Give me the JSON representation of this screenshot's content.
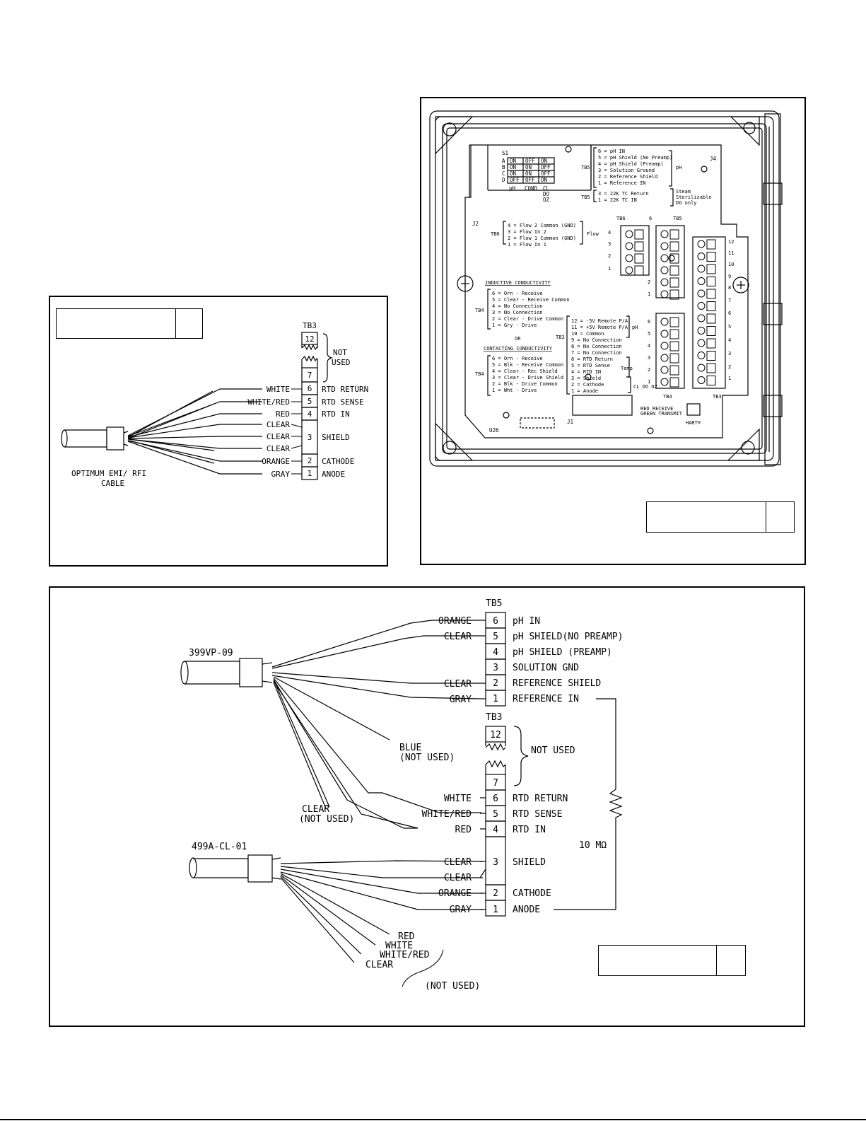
{
  "fig_a": {
    "cable_label": [
      "OPTIMUM EMI/ RFI",
      "CABLE"
    ],
    "tb_label": "TB3",
    "top_terms": [
      "12",
      "7"
    ],
    "not_used": [
      "NOT",
      "USED"
    ],
    "rows": [
      {
        "wire": "WHITE",
        "term": "6",
        "func": "RTD RETURN"
      },
      {
        "wire": "WHITE/RED",
        "term": "5",
        "func": "RTD SENSE"
      },
      {
        "wire": "RED",
        "term": "4",
        "func": "RTD IN"
      },
      {
        "wire": "CLEAR",
        "term": "",
        "func": ""
      },
      {
        "wire": "CLEAR",
        "term": "3",
        "func": "SHIELD"
      },
      {
        "wire": "CLEAR",
        "term": "",
        "func": ""
      },
      {
        "wire": "ORANGE",
        "term": "2",
        "func": "CATHODE"
      },
      {
        "wire": "GRAY",
        "term": "1",
        "func": "ANODE"
      }
    ]
  },
  "board": {
    "s1_label": "S1",
    "s1_rows": [
      {
        "k": "A",
        "c": [
          "ON",
          "OFF",
          "ON"
        ]
      },
      {
        "k": "B",
        "c": [
          "ON",
          "ON",
          "OFF"
        ]
      },
      {
        "k": "C",
        "c": [
          "ON",
          "ON",
          "OFF"
        ]
      },
      {
        "k": "D",
        "c": [
          "OFF",
          "OFF",
          "ON"
        ]
      }
    ],
    "s1_cols": [
      "pH",
      "COND",
      "CL",
      "DO",
      "OZ"
    ],
    "j4": "J4",
    "j2": "J2",
    "j1": "J1",
    "u26": "U26",
    "tb5_tag": "TB5",
    "tb5_lines": [
      "6 = pH IN",
      "5 = pH Shield (No Preamp)",
      "4 = pH Shield (Preamp)",
      "3 = Solution Ground",
      "2 = Reference Shield",
      "1 = Reference IN"
    ],
    "ph_tag": "pH",
    "tb5b_lines": [
      "3 = 22K TC Return",
      "1 = 22K TC IN"
    ],
    "steam_lines": [
      "Steam",
      "Sterilizable",
      "DO only"
    ],
    "tb6_tag": "TB6",
    "tb6_lines": [
      "4 = Flow 2 Common (GND)",
      "3 = Flow In 2",
      "2 = Flow 1 Common (GND)",
      "1 = Flow In 1"
    ],
    "flow_tag": "Flow",
    "ind_title": "INDUCTIVE CONDUCTIVITY",
    "tb4_tag": "TB4",
    "ind_lines": [
      "6 = Orn - Receive",
      "5 = Clear - Receive Common",
      "4 = No Connection",
      "3 = No Connection",
      "2 = Clear - Drive Common",
      "1 = Gry - Drive"
    ],
    "or_text": "OR",
    "con_title": "CONTACTING CONDUCTIVITY",
    "con_lines": [
      "6 = Orn - Receive",
      "5 = Blk - Receive Common",
      "4 = Clear - Rec Shield",
      "3 = Clear - Drive Shield",
      "2 = Blk - Drive Common",
      "1 = Wht - Drive"
    ],
    "tb3_tag": "TB3",
    "tb3_lines": [
      "12 = -5V Remote P/A",
      "11 = +5V Remote P/A",
      "10 = Common",
      "9 = No Connection",
      "8 = No Connection",
      "7 = No Connection",
      "6 = RTD Return",
      "5 = RTD Sense",
      "4 = RTD IN",
      "3 = Shield",
      "2 = Cathode",
      "1 = Anode"
    ],
    "ph2_tag": "pH",
    "temp_tag": "Temp",
    "cldooz_tag": "CL DO OZ",
    "tb6_block": "TB6",
    "six_mark": "6",
    "tb5_block": "TB5",
    "tb4_block": "TB4",
    "tb3_block": "TB3",
    "hart_lines": [
      "RED RECEIVE",
      "GREEN TRANSMIT"
    ],
    "hart": "HART®",
    "tb6_nums": [
      "4",
      "3",
      "2",
      "1"
    ],
    "tb5_nums": [
      "2",
      "1"
    ],
    "tb4_nums": [
      "6",
      "5",
      "4",
      "3",
      "2",
      "1"
    ],
    "tb3_nums": [
      "12",
      "11",
      "10",
      "9",
      "8",
      "7",
      "6",
      "5",
      "4",
      "3",
      "2",
      "1"
    ]
  },
  "fig_c": {
    "cable1": "399VP-09",
    "cable2": "499A-CL-01",
    "tb5_label": "TB5",
    "tb3_label": "TB3",
    "tb5_rows": [
      {
        "wire": "ORANGE",
        "term": "6",
        "func": "pH IN"
      },
      {
        "wire": "CLEAR",
        "term": "5",
        "func": "pH SHIELD(NO PREAMP)"
      },
      {
        "wire": "",
        "term": "4",
        "func": "pH SHIELD (PREAMP)"
      },
      {
        "wire": "",
        "term": "3",
        "func": "SOLUTION GND"
      },
      {
        "wire": "CLEAR",
        "term": "2",
        "func": "REFERENCE SHIELD"
      },
      {
        "wire": "GRAY",
        "term": "1",
        "func": "REFERENCE IN"
      }
    ],
    "tb3_top": [
      "12",
      "7"
    ],
    "not_used": "NOT USED",
    "blue": [
      "BLUE",
      "(NOT USED)"
    ],
    "clear_nu": [
      "CLEAR",
      "(NOT USED)"
    ],
    "tb3_rows": [
      {
        "wire": "WHITE",
        "term": "6",
        "func": "RTD RETURN"
      },
      {
        "wire": "WHITE/RED",
        "term": "5",
        "func": "RTD SENSE"
      },
      {
        "wire": "RED",
        "term": "4",
        "func": "RTD IN"
      },
      {
        "wire": "CLEAR",
        "term": "3",
        "func": "SHIELD"
      },
      {
        "wire": "CLEAR",
        "term": "",
        "func": ""
      },
      {
        "wire": "ORANGE",
        "term": "2",
        "func": "CATHODE"
      },
      {
        "wire": "GRAY",
        "term": "1",
        "func": "ANODE"
      }
    ],
    "resistor": "10 MΩ",
    "unused_wires": [
      "RED",
      "WHITE",
      "WHITE/RED",
      "CLEAR"
    ],
    "unused_note": "(NOT USED)"
  }
}
